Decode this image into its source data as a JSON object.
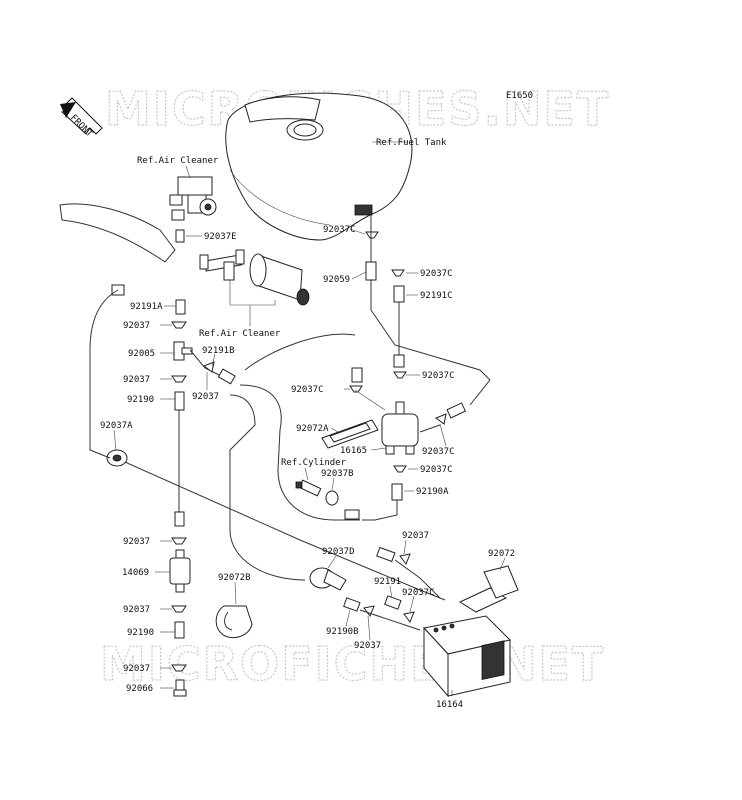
{
  "diagram_code": "E1650",
  "front_label": "FRONT",
  "watermark": "MICROFICHES.NET",
  "refs": {
    "fuel_tank": "Ref.Fuel Tank",
    "air_cleaner_top": "Ref.Air Cleaner",
    "air_cleaner_mid": "Ref.Air Cleaner",
    "cylinder": "Ref.Cylinder"
  },
  "labels": {
    "p92037E": "92037E",
    "p92037C_a": "92037C",
    "p92037C_b": "92037C",
    "p92059": "92059",
    "p92191C": "92191C",
    "p92191A": "92191A",
    "p92037_a": "92037",
    "p92005": "92005",
    "p92191B": "92191B",
    "p92037_b": "92037",
    "p92037_c": "92037",
    "p92190": "92190",
    "p92037C_c": "92037C",
    "p92037C_d": "92037C",
    "p92072A": "92072A",
    "p92037A": "92037A",
    "p16165": "16165",
    "p92037C_e": "92037C",
    "p92037C_f": "92037C",
    "p92037B": "92037B",
    "p92190A": "92190A",
    "p92037_d": "92037",
    "p92037_e": "92037",
    "p92037D": "92037D",
    "p92072": "92072",
    "p14069": "14069",
    "p92072B": "92072B",
    "p92191": "92191",
    "p92037C_g": "92037C",
    "p92037_f": "92037",
    "p92190_b": "92190",
    "p92190B": "92190B",
    "p92037_g": "92037",
    "p92037_h": "92037",
    "p92066": "92066",
    "p16164": "16164"
  }
}
